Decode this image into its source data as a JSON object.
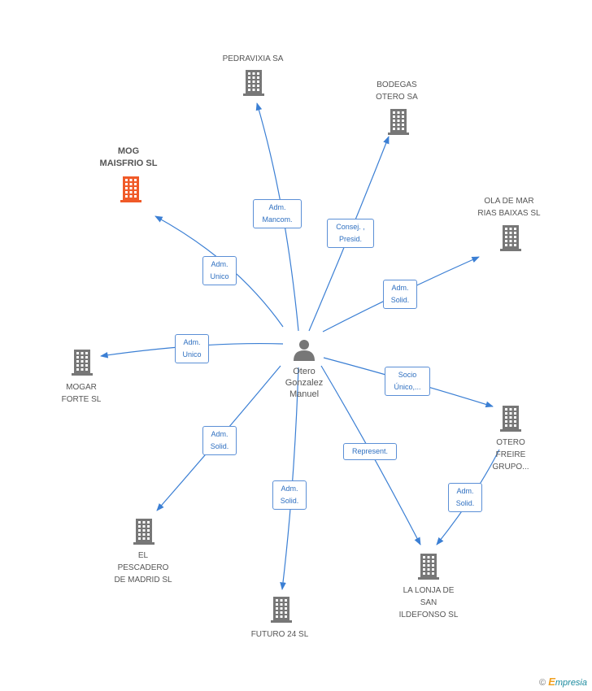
{
  "center": {
    "name": "Otero\nGonzalez\nManuel",
    "icon": "person-icon"
  },
  "nodes": [
    {
      "id": "pedravixia",
      "label": "PEDRAVIXIA SA",
      "icon": "building-icon",
      "color": "#777777"
    },
    {
      "id": "bodegas",
      "label": "BODEGAS\nOTERO SA",
      "icon": "building-icon",
      "color": "#777777"
    },
    {
      "id": "mog",
      "label": "MOG\nMAISFRIO SL",
      "icon": "building-icon",
      "color": "#f05a28",
      "focus": true
    },
    {
      "id": "olademar",
      "label": "OLA DE MAR\nRIAS BAIXAS  SL",
      "icon": "building-icon",
      "color": "#777777"
    },
    {
      "id": "mogar",
      "label": "MOGAR\nFORTE SL",
      "icon": "building-icon",
      "color": "#777777"
    },
    {
      "id": "oterofreire",
      "label": "OTERO\nFREIRE\nGRUPO...",
      "icon": "building-icon",
      "color": "#777777"
    },
    {
      "id": "pescadero",
      "label": "EL\nPESCADERO\nDE MADRID  SL",
      "icon": "building-icon",
      "color": "#777777"
    },
    {
      "id": "lalonja",
      "label": "LA LONJA DE\nSAN\nILDEFONSO  SL",
      "icon": "building-icon",
      "color": "#777777"
    },
    {
      "id": "futuro",
      "label": "FUTURO 24 SL",
      "icon": "building-icon",
      "color": "#777777"
    }
  ],
  "edges": [
    {
      "from": "center",
      "to": "pedravixia",
      "label": "Adm.\nMancom."
    },
    {
      "from": "center",
      "to": "bodegas",
      "label": "Consej. ,\nPresid."
    },
    {
      "from": "center",
      "to": "mog",
      "label": "Adm.\nUnico"
    },
    {
      "from": "center",
      "to": "olademar",
      "label": "Adm.\nSolid."
    },
    {
      "from": "center",
      "to": "mogar",
      "label": "Adm.\nUnico"
    },
    {
      "from": "center",
      "to": "oterofreire",
      "label": "Socio\nÚnico,..."
    },
    {
      "from": "center",
      "to": "pescadero",
      "label": "Adm.\nSolid."
    },
    {
      "from": "center",
      "to": "lalonja",
      "label": "Represent."
    },
    {
      "from": "center",
      "to": "futuro",
      "label": "Adm.\nSolid."
    },
    {
      "from": "oterofreire",
      "to": "lalonja",
      "label": "Adm.\nSolid."
    }
  ],
  "colors": {
    "edge": "#3b7fd4",
    "building": "#777777",
    "focus": "#f05a28",
    "person": "#777777"
  },
  "brand": {
    "copyright": "©",
    "initial": "E",
    "rest": "mpresia"
  }
}
